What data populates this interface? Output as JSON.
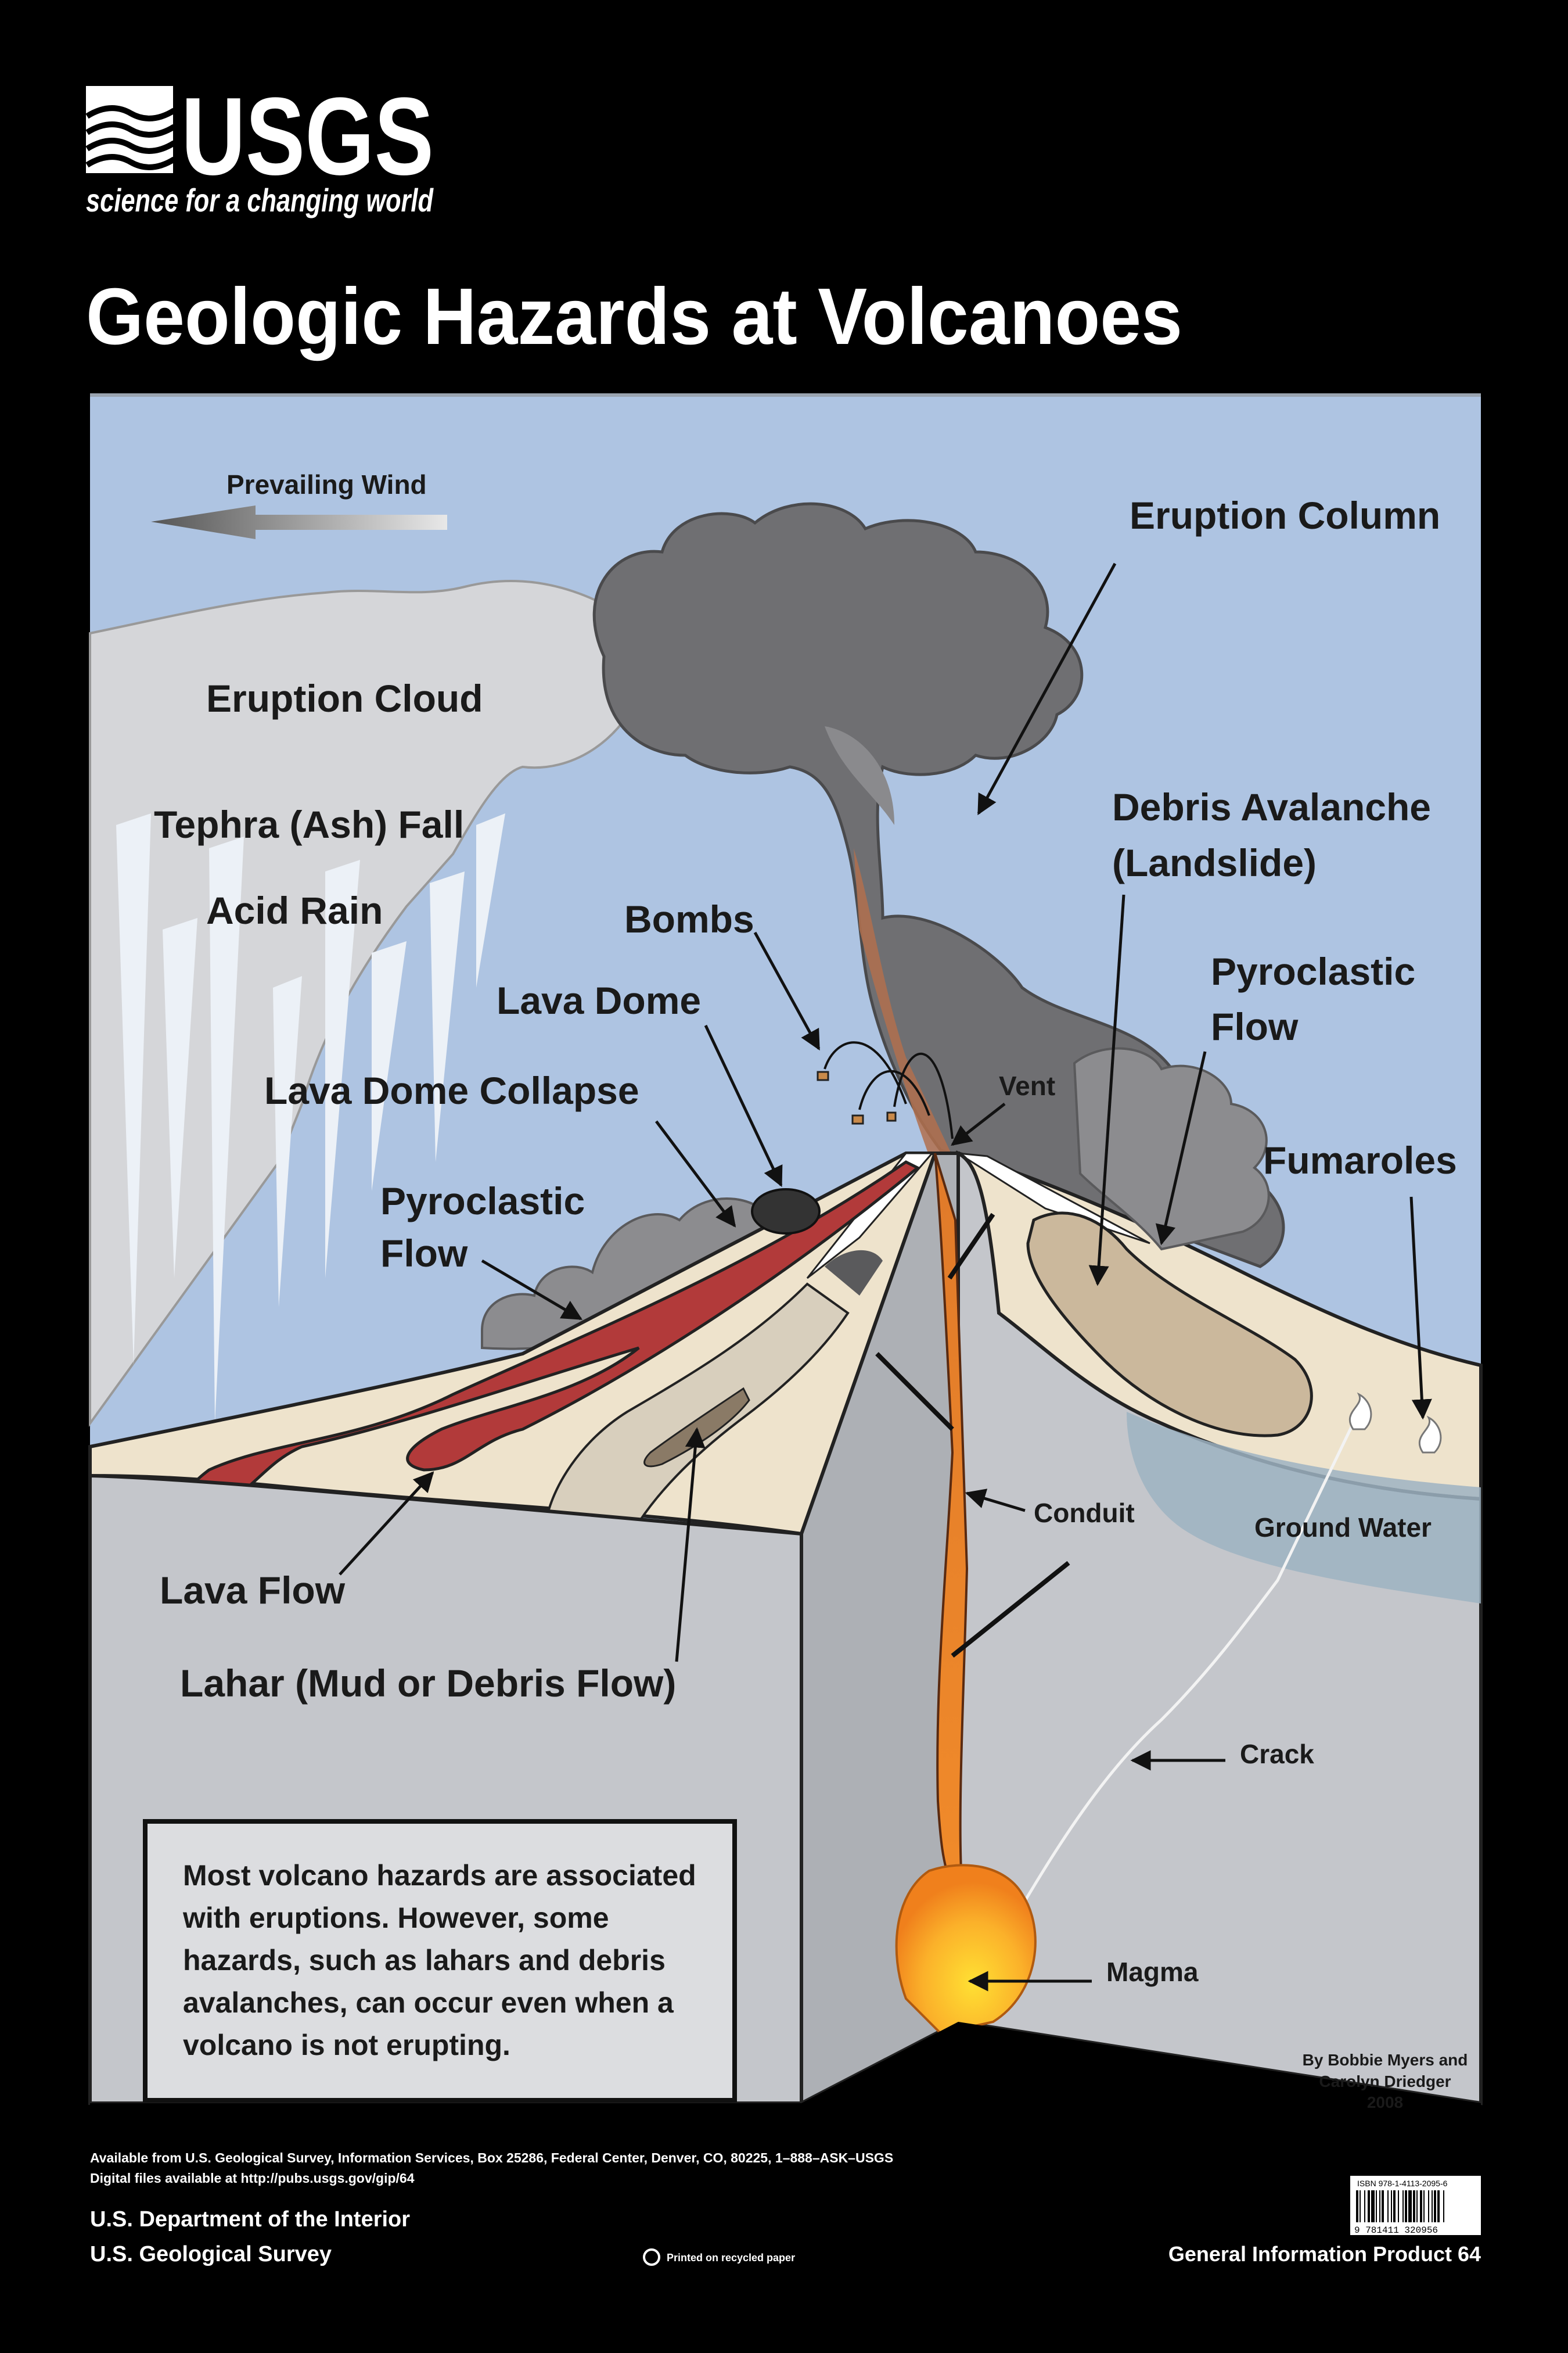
{
  "header": {
    "logo_text": "USGS",
    "tagline": "science for a changing world",
    "title": "Geologic Hazards at Volcanoes"
  },
  "labels": {
    "prevailing_wind": "Prevailing Wind",
    "eruption_column": "Eruption Column",
    "eruption_cloud": "Eruption Cloud",
    "tephra_fall": "Tephra (Ash) Fall",
    "acid_rain": "Acid Rain",
    "bombs": "Bombs",
    "lava_dome": "Lava Dome",
    "lava_dome_collapse": "Lava Dome Collapse",
    "pyroclastic_flow_left_1": "Pyroclastic",
    "pyroclastic_flow_left_2": "Flow",
    "vent": "Vent",
    "debris_avalanche_1": "Debris Avalanche",
    "debris_avalanche_2": "(Landslide)",
    "pyroclastic_flow_right_1": "Pyroclastic",
    "pyroclastic_flow_right_2": "Flow",
    "fumaroles": "Fumaroles",
    "conduit": "Conduit",
    "ground_water": "Ground Water",
    "lava_flow": "Lava Flow",
    "lahar": "Lahar (Mud or Debris Flow)",
    "crack": "Crack",
    "magma": "Magma"
  },
  "note": {
    "line1": "Most volcano hazards are associated",
    "line2": "with eruptions.  However, some",
    "line3": "hazards, such as lahars and debris",
    "line4": "avalanches, can occur even when a",
    "line5": "volcano is not erupting."
  },
  "credit": {
    "line1": "By Bobbie Myers and",
    "line2": "Carolyn Driedger",
    "line3": "2008"
  },
  "footer": {
    "availability": "Available from U.S. Geological Survey, Information Services, Box 25286, Federal Center, Denver, CO, 80225, 1–888–ASK–USGS",
    "digital": "Digital files available at http://pubs.usgs.gov/gip/64",
    "dept": "U.S. Department of the Interior",
    "agency": "U.S. Geological Survey",
    "recycled": "Printed on recycled paper",
    "product": "General Information Product 64",
    "isbn": "ISBN 978-1-4113-2095-6",
    "barcode_number": "9 781411 320956"
  },
  "colors": {
    "background": "#000000",
    "sky": "#aec4e2",
    "rock": "#c4c6cb",
    "ash_dark": "#6c6c6e",
    "lava": "#b23a3a",
    "magma": "#f59a1e",
    "sand": "#eee3cc"
  }
}
